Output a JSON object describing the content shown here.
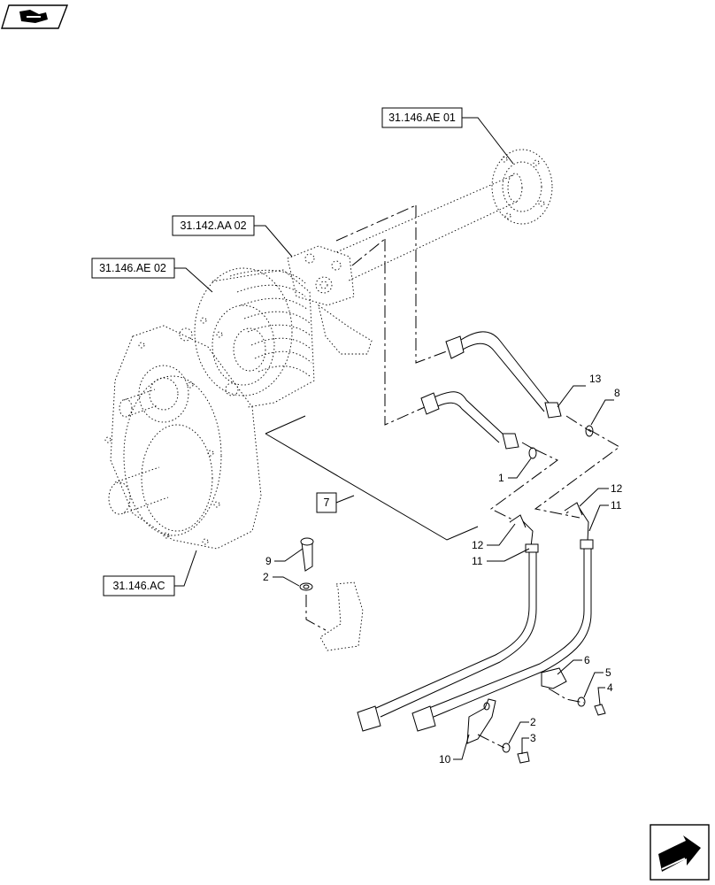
{
  "references": {
    "ref_ae01": "31.146.AE 01",
    "ref_aa02": "31.142.AA 02",
    "ref_ae02": "31.146.AE 02",
    "ref_ac": "31.146.AC",
    "ref_7": "7"
  },
  "callouts": {
    "c1": "1",
    "c2a": "2",
    "c2b": "2",
    "c3": "3",
    "c4": "4",
    "c5": "5",
    "c6": "6",
    "c8": "8",
    "c9": "9",
    "c10": "10",
    "c11a": "11",
    "c11b": "11",
    "c12a": "12",
    "c12b": "12",
    "c13": "13"
  },
  "icons": {
    "top_left": "book-nav-icon",
    "bottom_right": "next-page-arrow-icon"
  }
}
